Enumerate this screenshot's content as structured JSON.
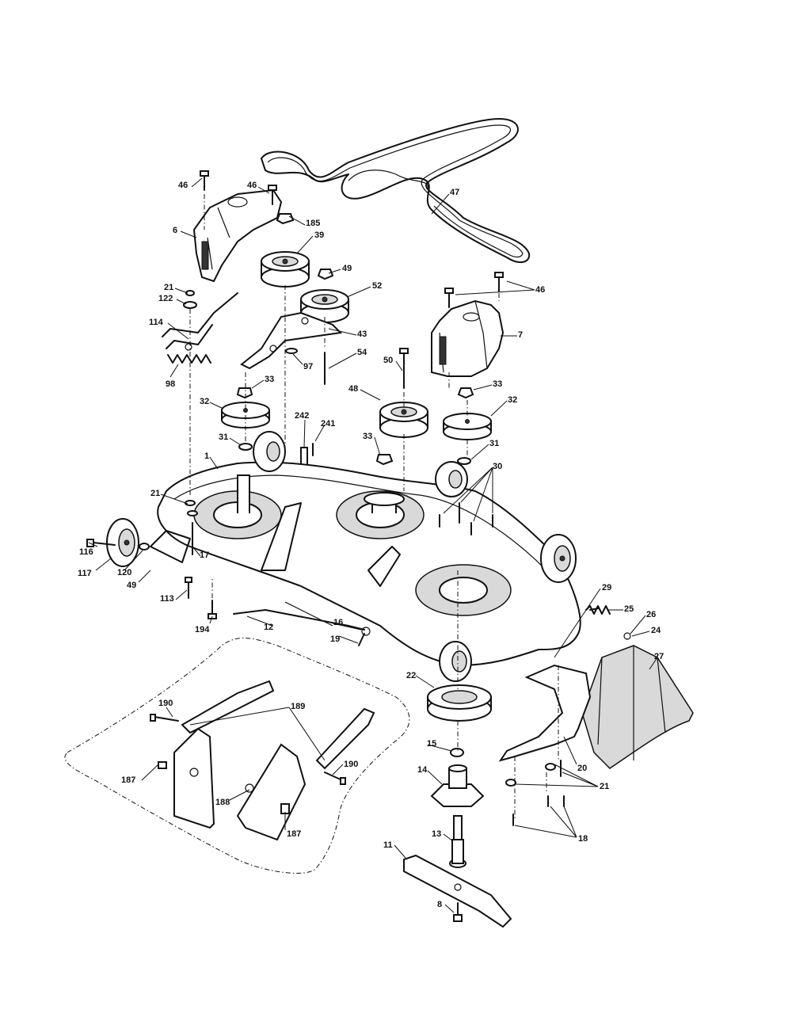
{
  "colors": {
    "ink": "#111111",
    "paper": "#ffffff",
    "shade": "#d9d9d9"
  },
  "callouts": [
    {
      "label": "46"
    },
    {
      "label": "46"
    },
    {
      "label": "185"
    },
    {
      "label": "39"
    },
    {
      "label": "47"
    },
    {
      "label": "6"
    },
    {
      "label": "49"
    },
    {
      "label": "52"
    },
    {
      "label": "46"
    },
    {
      "label": "21"
    },
    {
      "label": "122"
    },
    {
      "label": "114"
    },
    {
      "label": "43"
    },
    {
      "label": "7"
    },
    {
      "label": "50"
    },
    {
      "label": "54"
    },
    {
      "label": "98"
    },
    {
      "label": "97"
    },
    {
      "label": "33"
    },
    {
      "label": "33"
    },
    {
      "label": "48"
    },
    {
      "label": "32"
    },
    {
      "label": "32"
    },
    {
      "label": "242"
    },
    {
      "label": "241"
    },
    {
      "label": "31"
    },
    {
      "label": "33"
    },
    {
      "label": "31"
    },
    {
      "label": "1"
    },
    {
      "label": "30"
    },
    {
      "label": "21"
    },
    {
      "label": "116"
    },
    {
      "label": "17"
    },
    {
      "label": "117"
    },
    {
      "label": "120"
    },
    {
      "label": "49"
    },
    {
      "label": "113"
    },
    {
      "label": "29"
    },
    {
      "label": "25"
    },
    {
      "label": "26"
    },
    {
      "label": "24"
    },
    {
      "label": "194"
    },
    {
      "label": "12"
    },
    {
      "label": "16"
    },
    {
      "label": "19"
    },
    {
      "label": "27"
    },
    {
      "label": "22"
    },
    {
      "label": "190"
    },
    {
      "label": "189"
    },
    {
      "label": "15"
    },
    {
      "label": "190"
    },
    {
      "label": "187"
    },
    {
      "label": "14"
    },
    {
      "label": "20"
    },
    {
      "label": "21"
    },
    {
      "label": "188"
    },
    {
      "label": "187"
    },
    {
      "label": "18"
    },
    {
      "label": "13"
    },
    {
      "label": "11"
    },
    {
      "label": "8"
    }
  ]
}
